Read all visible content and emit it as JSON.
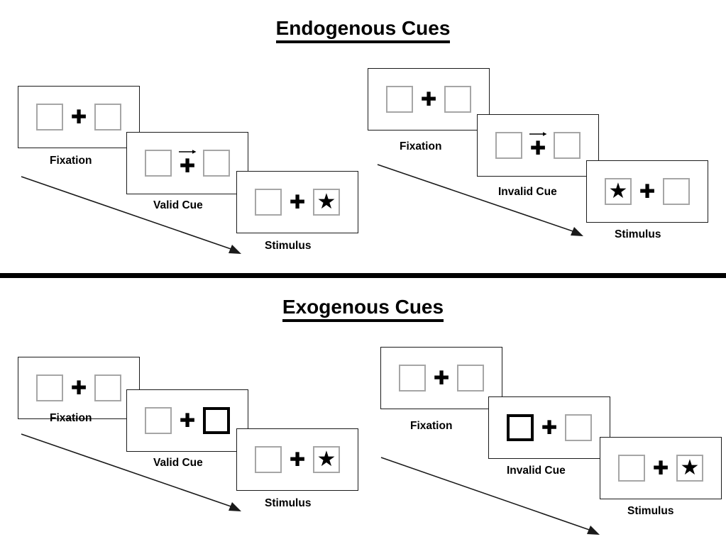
{
  "figure": {
    "title_top": "Endogenous Cues",
    "title_bottom": "Exogenous Cues"
  },
  "colors": {
    "frame_border": "#1a1a1a",
    "placeholder_border": "#a6a6a6",
    "cued_border": "#000000",
    "stimulus": "#000000",
    "divider": "#000000",
    "background": "#ffffff"
  },
  "glyphs": {
    "plus": "✚",
    "star": "★",
    "arrow_right": "→"
  },
  "sections": [
    {
      "name": "endogenous",
      "title": "Endogenous Cues",
      "cue_type": "arrow",
      "sequences": [
        {
          "name": "valid",
          "panels": [
            {
              "caption": "Fixation",
              "left_box": "empty",
              "right_box": "empty",
              "center": "plus",
              "arrow": false
            },
            {
              "caption": "Valid Cue",
              "left_box": "empty",
              "right_box": "empty",
              "center": "plus",
              "arrow": true,
              "arrow_direction": "right"
            },
            {
              "caption": "Stimulus",
              "left_box": "empty",
              "right_box": "star",
              "center": "plus",
              "arrow": false
            }
          ]
        },
        {
          "name": "invalid",
          "panels": [
            {
              "caption": "Fixation",
              "left_box": "empty",
              "right_box": "empty",
              "center": "plus",
              "arrow": false
            },
            {
              "caption": "Invalid Cue",
              "left_box": "empty",
              "right_box": "empty",
              "center": "plus",
              "arrow": true,
              "arrow_direction": "right"
            },
            {
              "caption": "Stimulus",
              "left_box": "star",
              "right_box": "empty",
              "center": "plus",
              "arrow": false
            }
          ]
        }
      ]
    },
    {
      "name": "exogenous",
      "title": "Exogenous Cues",
      "cue_type": "box-highlight",
      "sequences": [
        {
          "name": "valid",
          "panels": [
            {
              "caption": "Fixation",
              "left_box": "empty",
              "right_box": "empty",
              "center": "plus",
              "arrow": false
            },
            {
              "caption": "Valid Cue",
              "left_box": "empty",
              "right_box": "cued",
              "center": "plus",
              "arrow": false
            },
            {
              "caption": "Stimulus",
              "left_box": "empty",
              "right_box": "star",
              "center": "plus",
              "arrow": false
            }
          ]
        },
        {
          "name": "invalid",
          "panels": [
            {
              "caption": "Fixation",
              "left_box": "empty",
              "right_box": "empty",
              "center": "plus",
              "arrow": false
            },
            {
              "caption": "Invalid Cue",
              "left_box": "cued",
              "right_box": "empty",
              "center": "plus",
              "arrow": false
            },
            {
              "caption": "Stimulus",
              "left_box": "empty",
              "right_box": "star",
              "center": "plus",
              "arrow": false
            }
          ]
        }
      ]
    }
  ]
}
